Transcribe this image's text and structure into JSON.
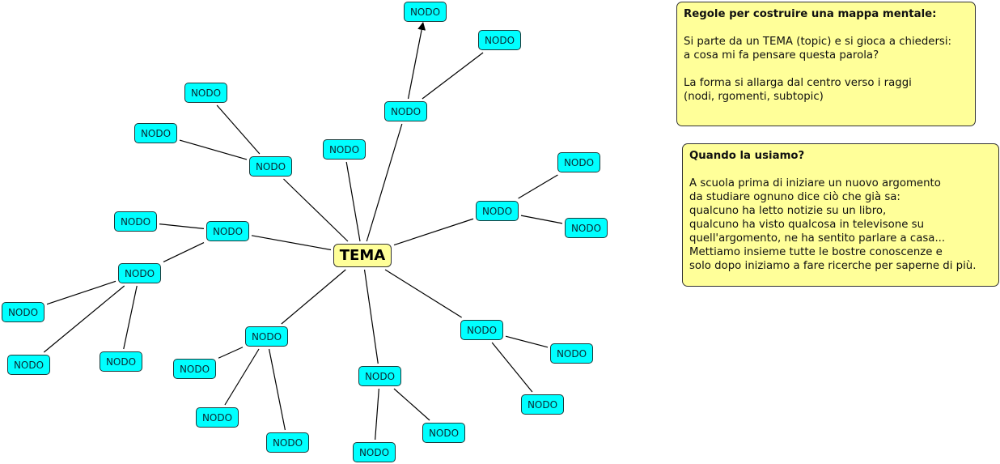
{
  "topic": {
    "label": "TEMA"
  },
  "node_label": "NODO",
  "colors": {
    "node_fill": "#00ffff",
    "topic_fill": "#ffff99",
    "note_fill": "#ffff99",
    "link": "#000000"
  },
  "notes": [
    {
      "title": "Regole per costruire una mappa mentale:",
      "paragraphs": [
        [
          "Si parte da un TEMA (topic) e si gioca a chiedersi:",
          "a cosa mi fa pensare questa parola?"
        ],
        [
          "La forma si allarga dal centro verso i raggi",
          "(nodi, rgomenti, subtopic)"
        ]
      ]
    },
    {
      "title": "Quando la usiamo?",
      "paragraphs": [
        [
          "A scuola prima di iniziare un nuovo argomento",
          "da studiare ognuno dice ciò che già sa:",
          "qualcuno ha letto notizie su un libro,",
          "qualcuno ha visto qualcosa in televisone su",
          "quell'argomento, ne ha sentito parlare a casa...",
          "Mettiamo insieme tutte le bostre conoscenze e",
          "solo dopo iniziamo a fare ricerche per saperne di più."
        ]
      ]
    }
  ],
  "nodes": [
    {
      "id": "n-top",
      "label": "NODO",
      "parent": "n-up"
    },
    {
      "id": "n-upright",
      "label": "NODO",
      "parent": "n-up"
    },
    {
      "id": "n-up",
      "label": "NODO",
      "parent": "topic"
    },
    {
      "id": "n-upleft-a",
      "label": "NODO",
      "parent": "n-upleft"
    },
    {
      "id": "n-upleft-b",
      "label": "NODO",
      "parent": "n-upleft"
    },
    {
      "id": "n-upleft",
      "label": "NODO",
      "parent": "topic"
    },
    {
      "id": "n-upmid",
      "label": "NODO",
      "parent": "topic"
    },
    {
      "id": "n-right",
      "label": "NODO",
      "parent": "topic"
    },
    {
      "id": "n-right-a",
      "label": "NODO",
      "parent": "n-right"
    },
    {
      "id": "n-right-b",
      "label": "NODO",
      "parent": "n-right"
    },
    {
      "id": "n-left",
      "label": "NODO",
      "parent": "topic"
    },
    {
      "id": "n-left-a",
      "label": "NODO",
      "parent": "n-left"
    },
    {
      "id": "n-leftlow",
      "label": "NODO",
      "parent": "n-left"
    },
    {
      "id": "n-leftlow-a",
      "label": "NODO",
      "parent": "n-leftlow"
    },
    {
      "id": "n-leftlow-b",
      "label": "NODO",
      "parent": "n-leftlow"
    },
    {
      "id": "n-leftlow-c",
      "label": "NODO",
      "parent": "n-leftlow"
    },
    {
      "id": "n-downleft",
      "label": "NODO",
      "parent": "topic"
    },
    {
      "id": "n-downleft-a",
      "label": "NODO",
      "parent": "n-downleft"
    },
    {
      "id": "n-downleft-b",
      "label": "NODO",
      "parent": "n-downleft"
    },
    {
      "id": "n-downleft-c",
      "label": "NODO",
      "parent": "n-downleft"
    },
    {
      "id": "n-down",
      "label": "NODO",
      "parent": "topic"
    },
    {
      "id": "n-down-a",
      "label": "NODO",
      "parent": "n-down"
    },
    {
      "id": "n-down-b",
      "label": "NODO",
      "parent": "n-down"
    },
    {
      "id": "n-downright",
      "label": "NODO",
      "parent": "topic"
    },
    {
      "id": "n-downright-a",
      "label": "NODO",
      "parent": "n-downright"
    },
    {
      "id": "n-downright-b",
      "label": "NODO",
      "parent": "n-downright"
    }
  ]
}
